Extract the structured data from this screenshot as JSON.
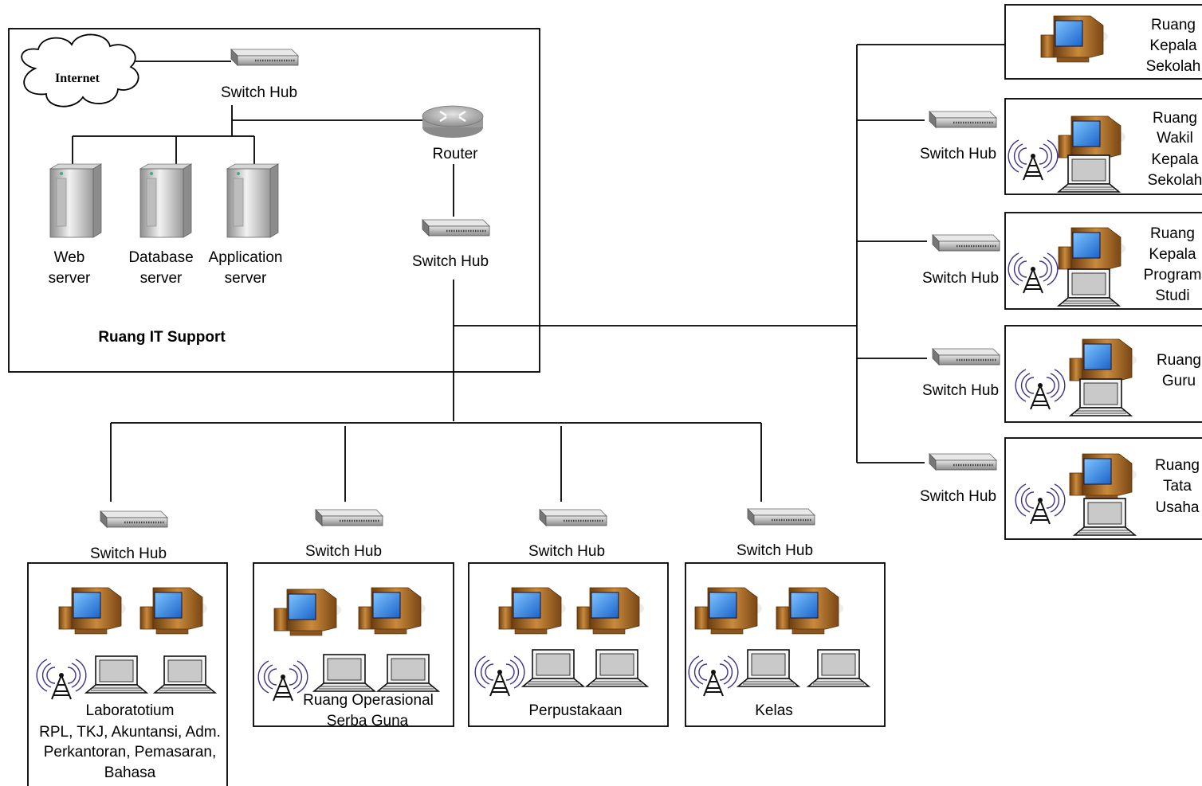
{
  "diagram": {
    "cloud_label": "Internet",
    "switch_label": "Switch Hub",
    "router_label": "Router",
    "servers": [
      {
        "line1": "Web",
        "line2": "server"
      },
      {
        "line1": "Database",
        "line2": "server"
      },
      {
        "line1": "Application",
        "line2": "server"
      }
    ],
    "it_room": "Ruang IT Support",
    "right_rooms": [
      {
        "lines": [
          "Ruang",
          "Kepala",
          "Sekolah"
        ]
      },
      {
        "lines": [
          "Ruang",
          "Wakil",
          "Kepala",
          "Sekolah"
        ]
      },
      {
        "lines": [
          "Ruang",
          "Kepala",
          "Program",
          "Studi"
        ]
      },
      {
        "lines": [
          "Ruang",
          "Guru"
        ]
      },
      {
        "lines": [
          "Ruang",
          "Tata",
          "Usaha"
        ]
      }
    ],
    "bottom_rooms": [
      {
        "lines": [
          "Laboratotium",
          "RPL, TKJ, Akuntansi, Adm.",
          "Perkantoran, Pemasaran,",
          "Bahasa"
        ]
      },
      {
        "lines": [
          "Ruang Operasional",
          "Serba Guna"
        ]
      },
      {
        "lines": [
          "Perpustakaan"
        ]
      },
      {
        "lines": [
          "Kelas"
        ]
      }
    ]
  },
  "colors": {
    "monitor_screen": "#2f8fe6",
    "computer_case": "#a0651f",
    "antenna": "#3b2f8f",
    "switch_body": "#b8b8b8"
  }
}
